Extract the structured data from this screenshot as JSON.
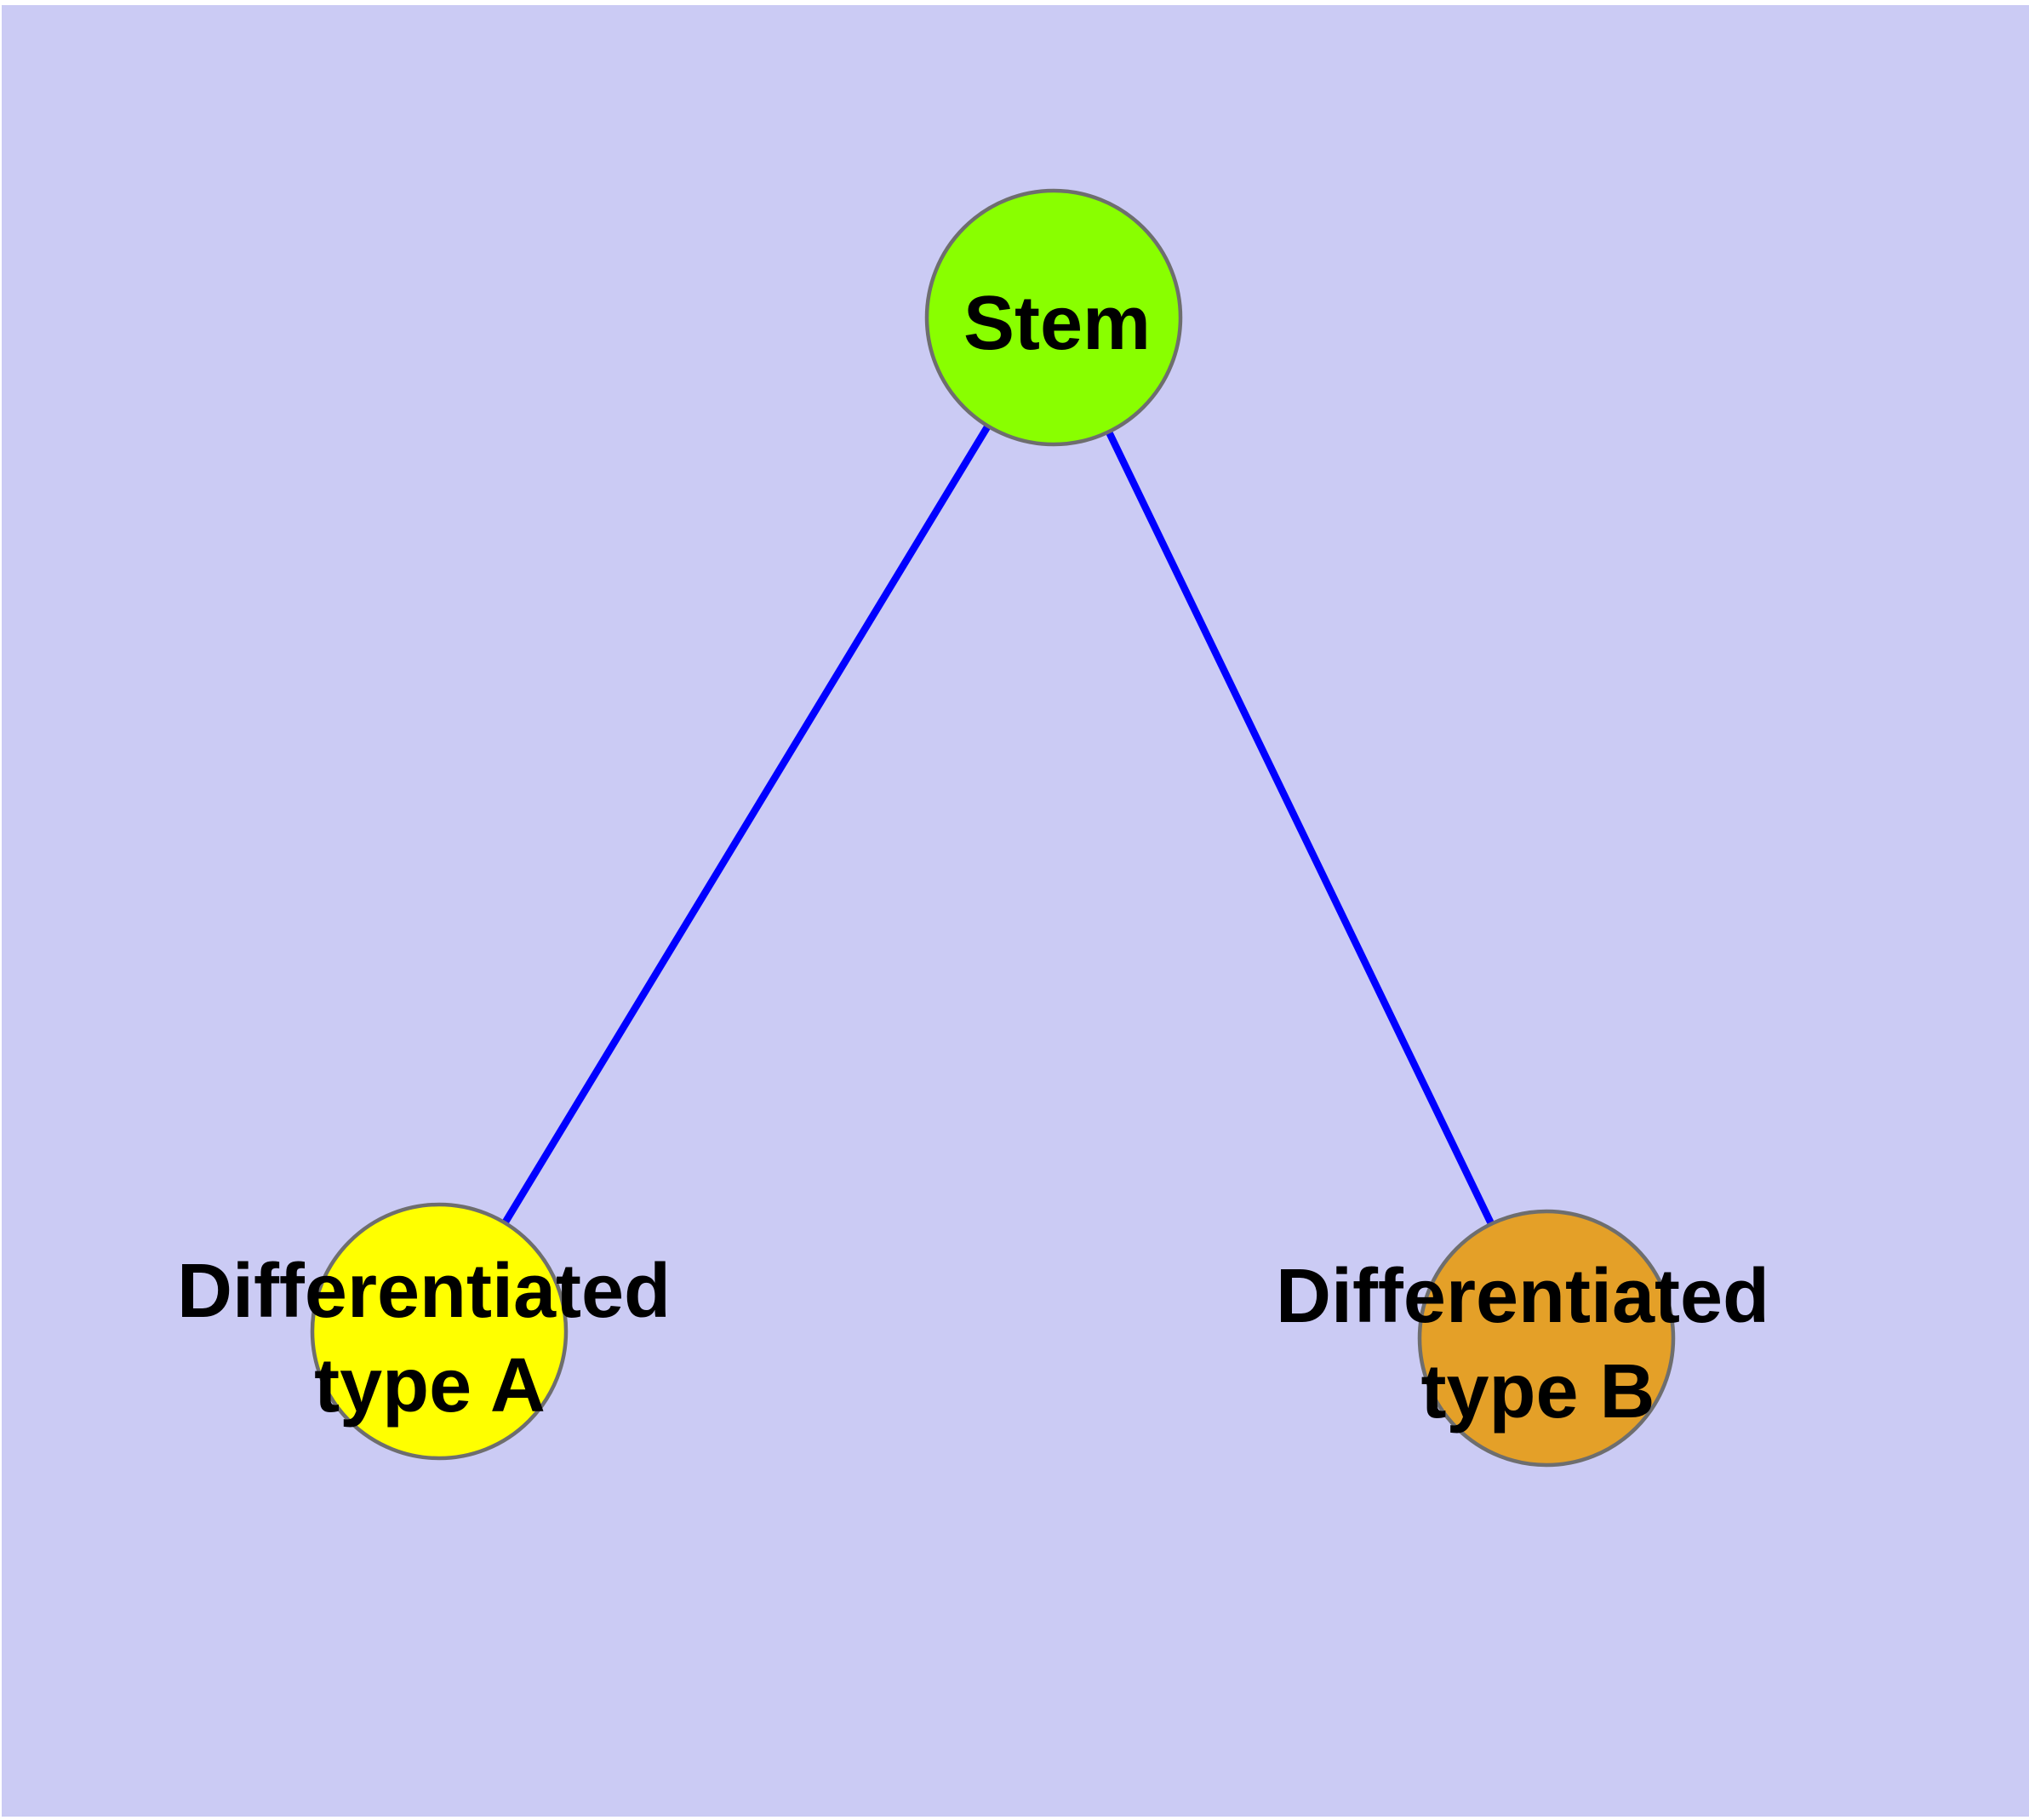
{
  "figure": {
    "background_color": "#ffffff",
    "plot_background_color": "#cbcbf4"
  },
  "graph": {
    "label_color": "#000000",
    "node_border_color": "#6e6e6e",
    "edge_color": "#0000ff",
    "nodes": [
      {
        "id": "stem",
        "label": "Stem",
        "fill": "#89ff00",
        "border": "#6e6e6e"
      },
      {
        "id": "differentiated-type-a",
        "label_line1": "Differentiated",
        "label_line2": "type A",
        "fill": "#ffff00",
        "border": "#6e6e6e"
      },
      {
        "id": "differentiated-type-b",
        "label_line1": "Differentiated",
        "label_line2": "type B",
        "fill": "#e4a028",
        "border": "#6e6e6e"
      }
    ],
    "edges": [
      {
        "from": "stem",
        "to": "differentiated-type-a",
        "color": "#0000ff"
      },
      {
        "from": "stem",
        "to": "differentiated-type-b",
        "color": "#0000ff"
      }
    ]
  }
}
